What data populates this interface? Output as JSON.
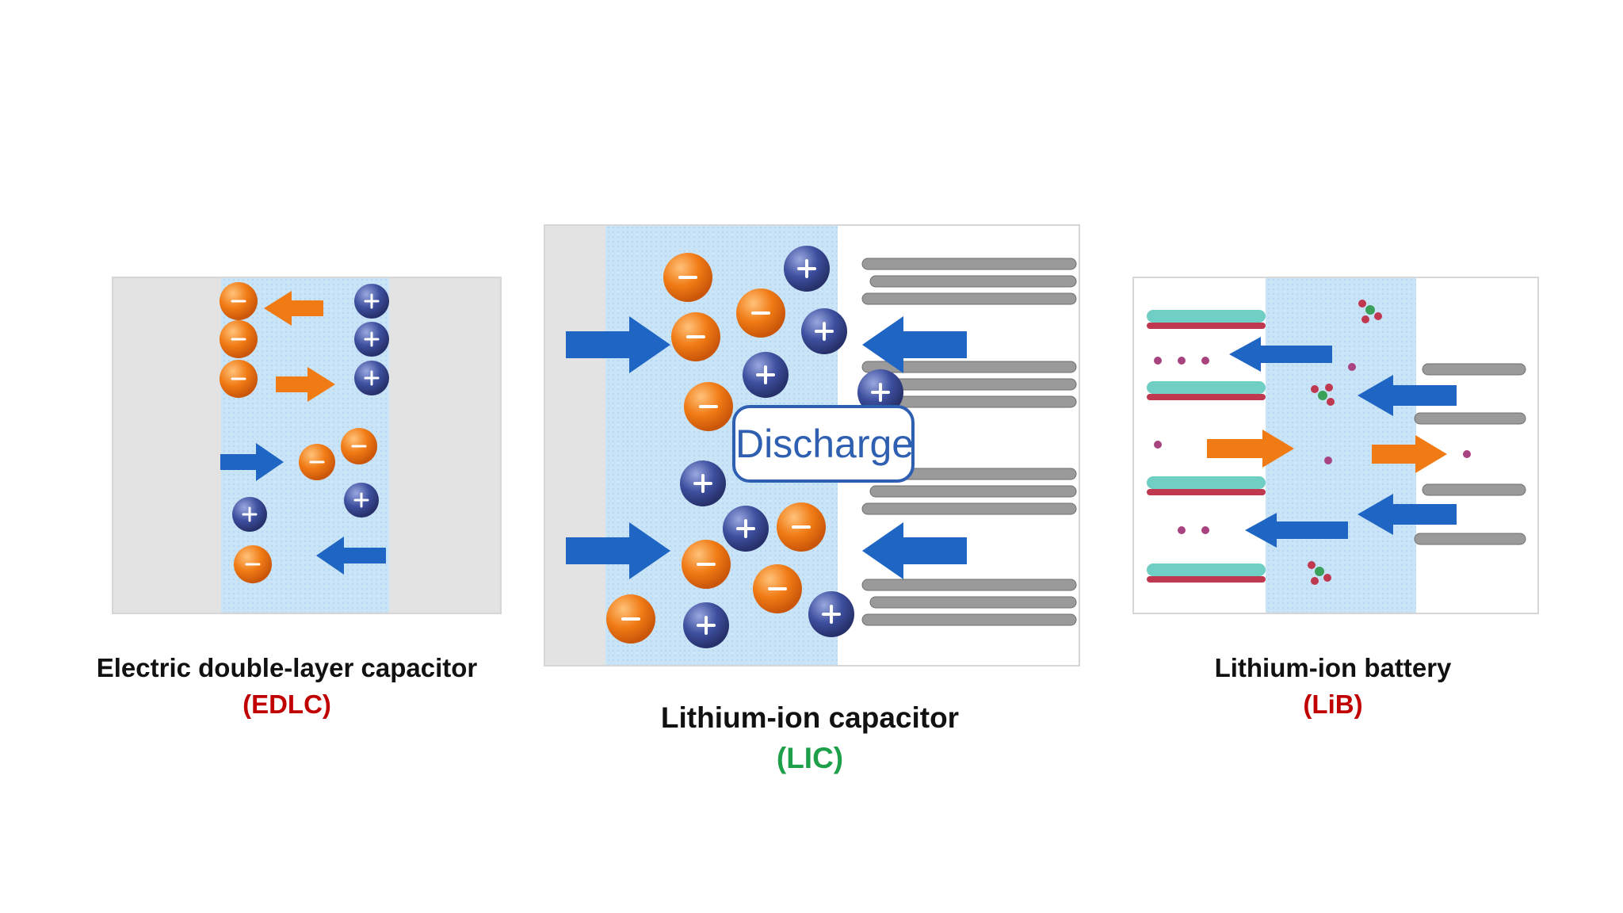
{
  "panels": {
    "edlc": {
      "name": "Electric double-layer capacitor",
      "abbr": "(EDLC)"
    },
    "lic": {
      "name": "Lithium-ion capacitor",
      "abbr": "(LIC)",
      "overlay_label": "Discharge"
    },
    "lib": {
      "name": "Lithium-ion battery",
      "abbr": "(LiB)"
    }
  },
  "colors": {
    "anion": "#f07a14",
    "cation": "#3d4f9e",
    "arrow_blue": "#1f66c4",
    "arrow_orange": "#f07a14",
    "electrolyte": "#c8e2f6",
    "abbr_red": "#c00000",
    "abbr_green": "#1ea04a"
  },
  "icons": {
    "anion": "minus-sign",
    "cation": "plus-sign"
  }
}
